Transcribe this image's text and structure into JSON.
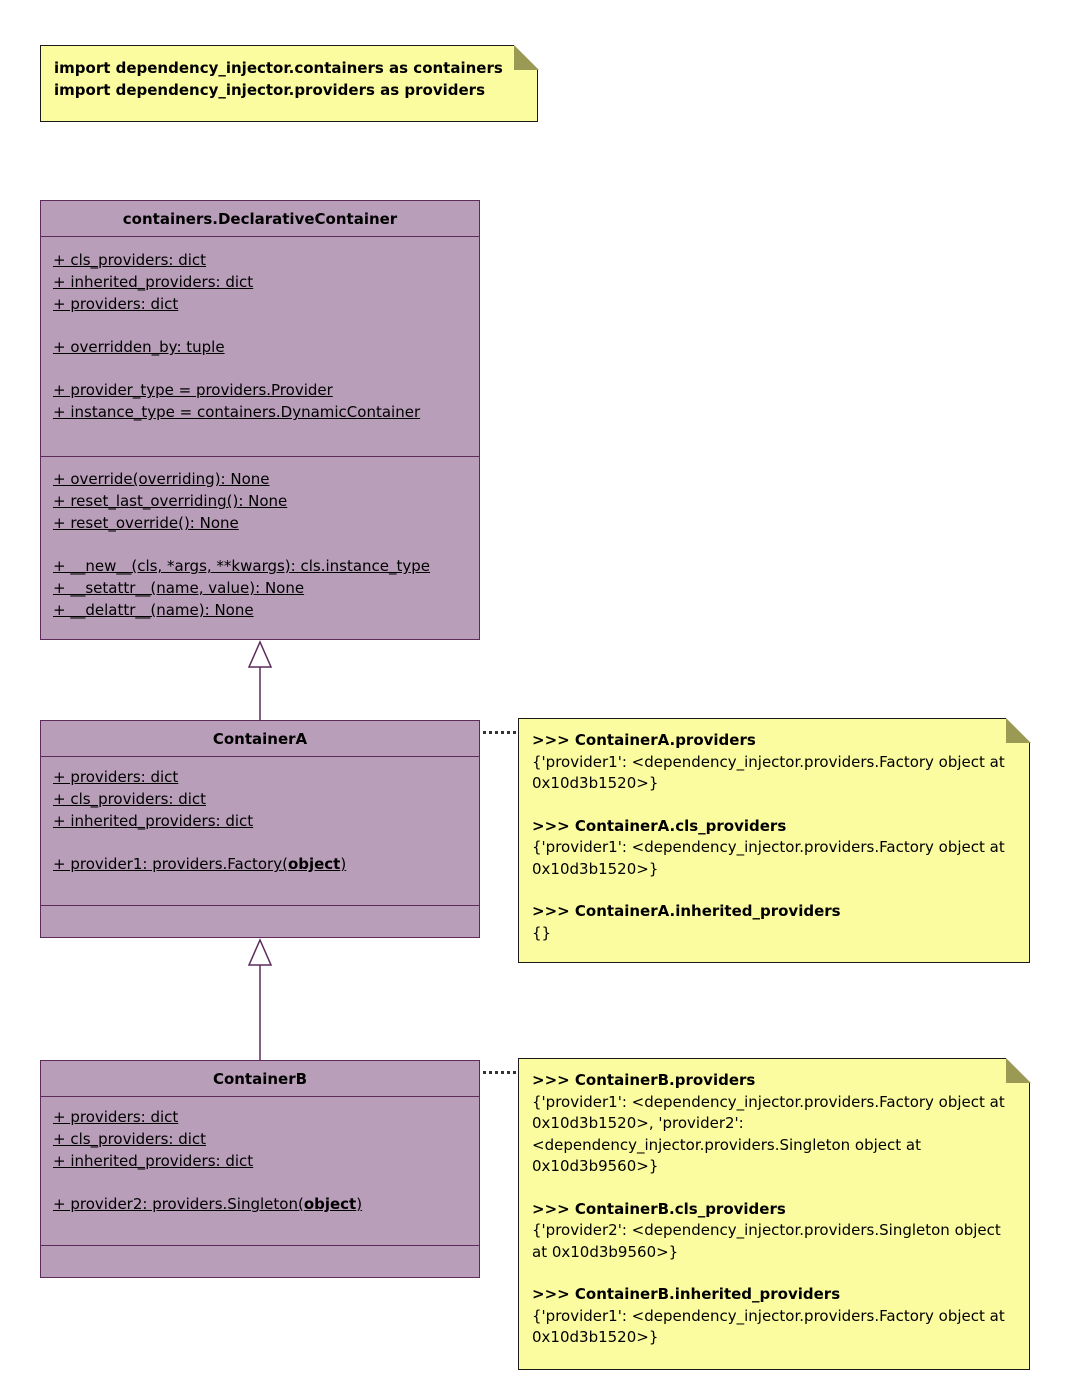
{
  "import_note": {
    "line1": "import dependency_injector.containers as containers",
    "line2": "import dependency_injector.providers as providers"
  },
  "classes": {
    "declarative": {
      "title": "containers.DeclarativeContainer",
      "attr_group1": [
        "+ cls_providers: dict",
        "+ inherited_providers: dict",
        "+ providers: dict"
      ],
      "attr_group2": [
        "+ overridden_by: tuple"
      ],
      "attr_group3": [
        "+ provider_type = providers.Provider",
        "+ instance_type = containers.DynamicContainer"
      ],
      "method_group1": [
        "+ override(overriding): None",
        "+ reset_last_overriding(): None",
        "+ reset_override(): None"
      ],
      "method_group2": [
        "+ __new__(cls, *args, **kwargs): cls.instance_type",
        "+ __setattr__(name, value): None",
        "+ __delattr__(name): None"
      ]
    },
    "container_a": {
      "title": "ContainerA",
      "attrs": [
        "+ providers: dict",
        "+ cls_providers: dict",
        "+ inherited_providers: dict"
      ],
      "provider_prefix": "+ provider1: providers.Factory(",
      "provider_bold": "object",
      "provider_suffix": ")"
    },
    "container_b": {
      "title": "ContainerB",
      "attrs": [
        "+ providers: dict",
        "+ cls_providers: dict",
        "+ inherited_providers: dict"
      ],
      "provider_prefix": "+ provider2: providers.Singleton(",
      "provider_bold": "object",
      "provider_suffix": ")"
    }
  },
  "note_a": {
    "entries": [
      {
        "heading": ">>> ContainerA.providers",
        "body": "{'provider1': <dependency_injector.providers.Factory object at 0x10d3b1520>}"
      },
      {
        "heading": ">>> ContainerA.cls_providers",
        "body": "{'provider1': <dependency_injector.providers.Factory object at 0x10d3b1520>}"
      },
      {
        "heading": ">>> ContainerA.inherited_providers",
        "body": "{}"
      }
    ]
  },
  "note_b": {
    "entries": [
      {
        "heading": ">>> ContainerB.providers",
        "body": "{'provider1': <dependency_injector.providers.Factory object at 0x10d3b1520>, 'provider2': <dependency_injector.providers.Singleton object at 0x10d3b9560>}"
      },
      {
        "heading": ">>> ContainerB.cls_providers",
        "body": "{'provider2': <dependency_injector.providers.Singleton object at 0x10d3b9560>}"
      },
      {
        "heading": ">>> ContainerB.inherited_providers",
        "body": "{'provider1': <dependency_injector.providers.Factory object at 0x10d3b1520>}"
      }
    ]
  },
  "colors": {
    "class_fill": "#B89EB8",
    "class_border": "#5C2B5C",
    "note_fill": "#FBFB9F",
    "note_border": "#1a1a1a",
    "fold_fill": "#9A9A55"
  }
}
